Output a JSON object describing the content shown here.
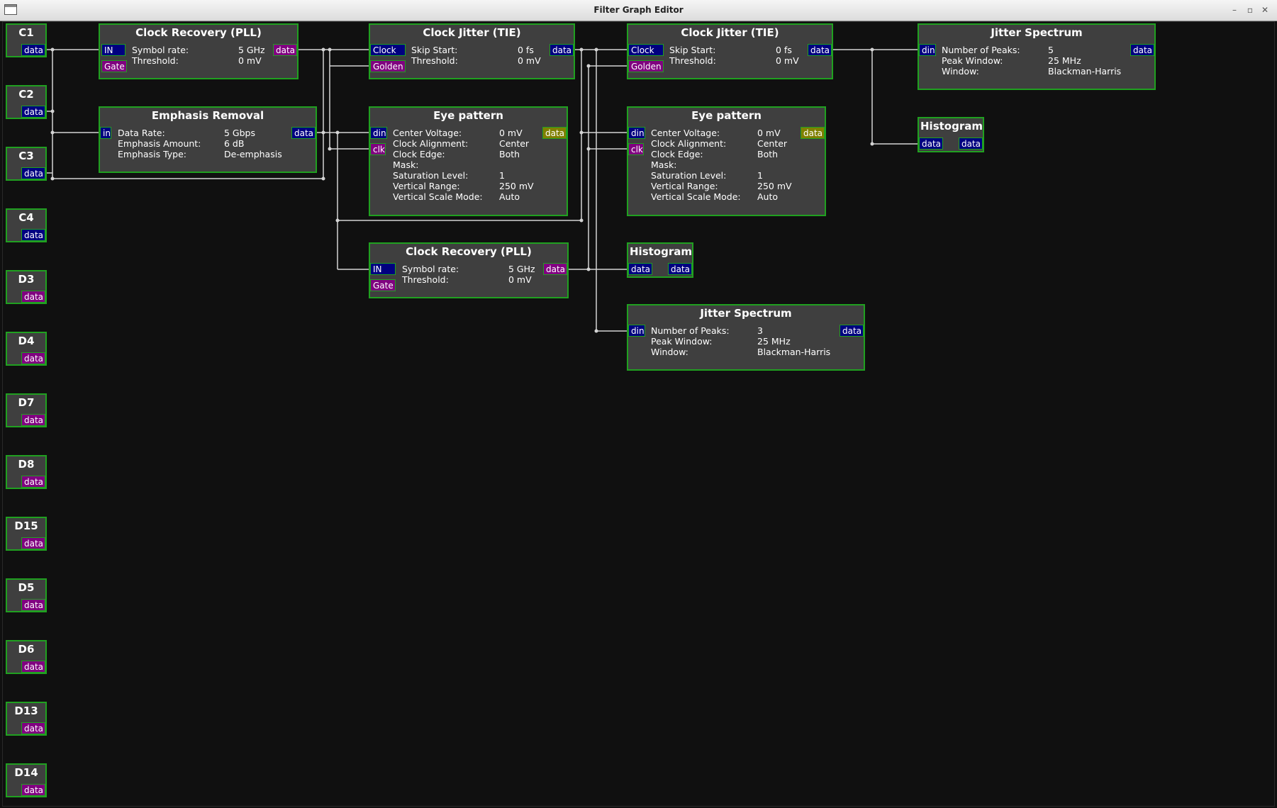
{
  "window": {
    "title": "Filter Graph Editor"
  },
  "channels": [
    {
      "name": "C1",
      "port": "data",
      "color": "blue"
    },
    {
      "name": "C2",
      "port": "data",
      "color": "blue"
    },
    {
      "name": "C3",
      "port": "data",
      "color": "blue"
    },
    {
      "name": "C4",
      "port": "data",
      "color": "blue"
    },
    {
      "name": "D3",
      "port": "data",
      "color": "mag"
    },
    {
      "name": "D4",
      "port": "data",
      "color": "mag"
    },
    {
      "name": "D7",
      "port": "data",
      "color": "mag"
    },
    {
      "name": "D8",
      "port": "data",
      "color": "mag"
    },
    {
      "name": "D15",
      "port": "data",
      "color": "mag"
    },
    {
      "name": "D5",
      "port": "data",
      "color": "mag"
    },
    {
      "name": "D6",
      "port": "data",
      "color": "mag"
    },
    {
      "name": "D13",
      "port": "data",
      "color": "mag"
    },
    {
      "name": "D14",
      "port": "data",
      "color": "mag"
    }
  ],
  "nodes": {
    "cdr1": {
      "title": "Clock Recovery (PLL)",
      "in1": "IN",
      "in2": "Gate",
      "out": "data",
      "params": [
        {
          "label": "Symbol rate:",
          "value": "5 GHz"
        },
        {
          "label": "Threshold:",
          "value": "0 mV"
        }
      ]
    },
    "emph": {
      "title": "Emphasis Removal",
      "in1": "in",
      "out": "data",
      "params": [
        {
          "label": "Data Rate:",
          "value": "5 Gbps"
        },
        {
          "label": "Emphasis Amount:",
          "value": "6 dB"
        },
        {
          "label": "Emphasis Type:",
          "value": "De-emphasis"
        }
      ]
    },
    "tie1": {
      "title": "Clock Jitter (TIE)",
      "in1": "Clock",
      "in2": "Golden",
      "out": "data",
      "params": [
        {
          "label": "Skip Start:",
          "value": "0 fs"
        },
        {
          "label": "Threshold:",
          "value": "0 mV"
        }
      ]
    },
    "eye1": {
      "title": "Eye pattern",
      "in1": "din",
      "in2": "clk",
      "out": "data",
      "params": [
        {
          "label": "Center Voltage:",
          "value": "0 mV"
        },
        {
          "label": "Clock Alignment:",
          "value": "Center"
        },
        {
          "label": "Clock Edge:",
          "value": "Both"
        },
        {
          "label": "Mask:",
          "value": ""
        },
        {
          "label": "Saturation Level:",
          "value": "1"
        },
        {
          "label": "Vertical Range:",
          "value": "250 mV"
        },
        {
          "label": "Vertical Scale Mode:",
          "value": "Auto"
        }
      ]
    },
    "cdr2": {
      "title": "Clock Recovery (PLL)",
      "in1": "IN",
      "in2": "Gate",
      "out": "data",
      "params": [
        {
          "label": "Symbol rate:",
          "value": "5 GHz"
        },
        {
          "label": "Threshold:",
          "value": "0 mV"
        }
      ]
    },
    "tie2": {
      "title": "Clock Jitter (TIE)",
      "in1": "Clock",
      "in2": "Golden",
      "out": "data",
      "params": [
        {
          "label": "Skip Start:",
          "value": "0 fs"
        },
        {
          "label": "Threshold:",
          "value": "0 mV"
        }
      ]
    },
    "eye2": {
      "title": "Eye pattern",
      "in1": "din",
      "in2": "clk",
      "out": "data",
      "params": [
        {
          "label": "Center Voltage:",
          "value": "0 mV"
        },
        {
          "label": "Clock Alignment:",
          "value": "Center"
        },
        {
          "label": "Clock Edge:",
          "value": "Both"
        },
        {
          "label": "Mask:",
          "value": ""
        },
        {
          "label": "Saturation Level:",
          "value": "1"
        },
        {
          "label": "Vertical Range:",
          "value": "250 mV"
        },
        {
          "label": "Vertical Scale Mode:",
          "value": "Auto"
        }
      ]
    },
    "hist1": {
      "title": "Histogram",
      "in1": "data",
      "out": "data"
    },
    "spec1": {
      "title": "Jitter Spectrum",
      "in1": "din",
      "out": "data",
      "params": [
        {
          "label": "Number of Peaks:",
          "value": "3"
        },
        {
          "label": "Peak Window:",
          "value": "25 MHz"
        },
        {
          "label": "Window:",
          "value": "Blackman-Harris"
        }
      ]
    },
    "spec2": {
      "title": "Jitter Spectrum",
      "in1": "din",
      "out": "data",
      "params": [
        {
          "label": "Number of Peaks:",
          "value": "5"
        },
        {
          "label": "Peak Window:",
          "value": "25 MHz"
        },
        {
          "label": "Window:",
          "value": "Blackman-Harris"
        }
      ]
    },
    "hist2": {
      "title": "Histogram",
      "in1": "data",
      "out": "data"
    }
  }
}
